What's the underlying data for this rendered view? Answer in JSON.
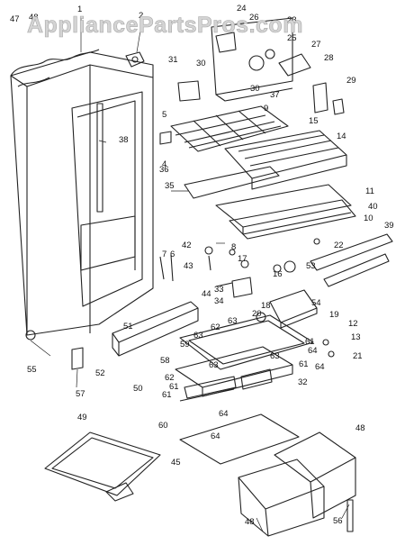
{
  "watermark": "AppliancePartsPros.com",
  "callouts": [
    "1",
    "2",
    "4",
    "5",
    "7",
    "6",
    "8",
    "9",
    "10",
    "11",
    "12",
    "13",
    "14",
    "15",
    "16",
    "17",
    "18",
    "19",
    "20",
    "21",
    "22",
    "23",
    "24",
    "25",
    "26",
    "27",
    "28",
    "29",
    "30",
    "30",
    "31",
    "32",
    "33",
    "34",
    "35",
    "36",
    "37",
    "38",
    "39",
    "40",
    "42",
    "43",
    "44",
    "45",
    "47",
    "48",
    "48",
    "48",
    "49",
    "50",
    "51",
    "52",
    "53",
    "54",
    "55",
    "56",
    "57",
    "58",
    "59",
    "60",
    "61",
    "61",
    "61",
    "61",
    "62",
    "62",
    "63",
    "63",
    "63",
    "63",
    "64",
    "64",
    "64",
    "64"
  ]
}
